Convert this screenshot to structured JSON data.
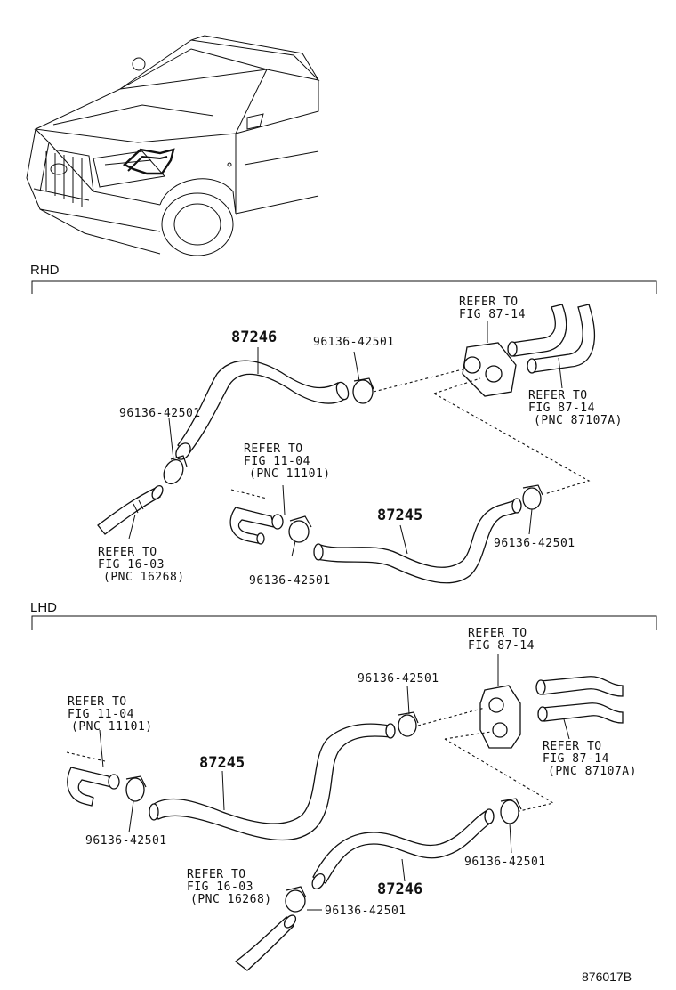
{
  "figure_id": "876017B",
  "rhd": {
    "section_label": "RHD",
    "part_87246": "87246",
    "part_87245": "87245",
    "clamp_1": "96136-42501",
    "clamp_2": "96136-42501",
    "clamp_3": "96136-42501",
    "clamp_4": "96136-42501",
    "ref_87_14_top": {
      "line1": "REFER TO",
      "line2": "FIG 87-14"
    },
    "ref_87_14_side": {
      "line1": "REFER TO",
      "line2": "FIG 87-14",
      "line3": "(PNC 87107A)"
    },
    "ref_11_04": {
      "line1": "REFER TO",
      "line2": "FIG 11-04",
      "line3": "(PNC 11101)"
    },
    "ref_16_03": {
      "line1": "REFER TO",
      "line2": "FIG 16-03",
      "line3": "(PNC 16268)"
    }
  },
  "lhd": {
    "section_label": "LHD",
    "part_87245": "87245",
    "part_87246": "87246",
    "clamp_1": "96136-42501",
    "clamp_2": "96136-42501",
    "clamp_3": "96136-42501",
    "clamp_4": "96136-42501",
    "ref_87_14_top": {
      "line1": "REFER TO",
      "line2": "FIG 87-14"
    },
    "ref_87_14_side": {
      "line1": "REFER TO",
      "line2": "FIG 87-14",
      "line3": "(PNC 87107A)"
    },
    "ref_11_04": {
      "line1": "REFER TO",
      "line2": "FIG 11-04",
      "line3": "(PNC 11101)"
    },
    "ref_16_03": {
      "line1": "REFER TO",
      "line2": "FIG 16-03",
      "line3": "(PNC 16268)"
    }
  }
}
